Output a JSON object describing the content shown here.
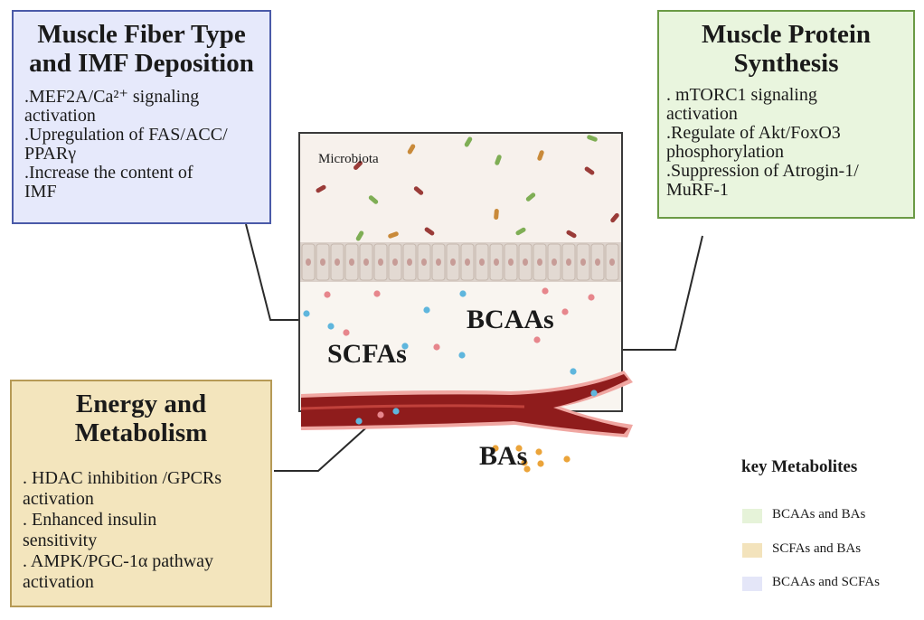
{
  "boxes": {
    "fiber": {
      "title_line1": "Muscle Fiber Type",
      "title_line2": "and IMF Deposition",
      "items": [
        ".MEF2A/Ca²⁺ signaling",
        "activation",
        ".Upregulation of FAS/ACC/",
        "PPARγ",
        ".Increase the content of",
        "IMF"
      ],
      "background": "#e6e9fb",
      "border": "#4a5aa8"
    },
    "protein": {
      "title_line1": "Muscle Protein",
      "title_line2": "Synthesis",
      "items": [
        ". mTORC1 signaling",
        "activation",
        ".Regulate of Akt/FoxO3",
        "phosphorylation",
        ".Suppression of Atrogin-1/",
        "MuRF-1"
      ],
      "background": "#e9f5de",
      "border": "#6b9a45"
    },
    "energy": {
      "title_line1": "Energy and",
      "title_line2": "Metabolism",
      "items": [
        ". HDAC inhibition /GPCRs",
        "activation",
        ". Enhanced insulin",
        "sensitivity",
        ". AMPK/PGC-1α pathway",
        "activation"
      ],
      "background": "#f3e5bd",
      "border": "#b69a56"
    }
  },
  "scene": {
    "microbiota_label": "Microbiota",
    "bcaas_label": "BCAAs",
    "scfas_label": "SCFAs",
    "bas_label": "BAs"
  },
  "legend": {
    "title": "key Metabolites",
    "items": [
      {
        "label": "BCAAs and BAs",
        "color": "#e6f3d9"
      },
      {
        "label": "SCFAs and BAs",
        "color": "#f3e3bc"
      },
      {
        "label": "BCAAs and SCFAs",
        "color": "#e4e6f8"
      }
    ]
  },
  "colors": {
    "lumen": "#f9f5f0",
    "epithelium": "#d8cdc6",
    "vessel": "#8f1c1c",
    "bcaa_dot": "#e7868c",
    "scfa_dot": "#5fb6dd",
    "ba_dot": "#eba43a"
  }
}
